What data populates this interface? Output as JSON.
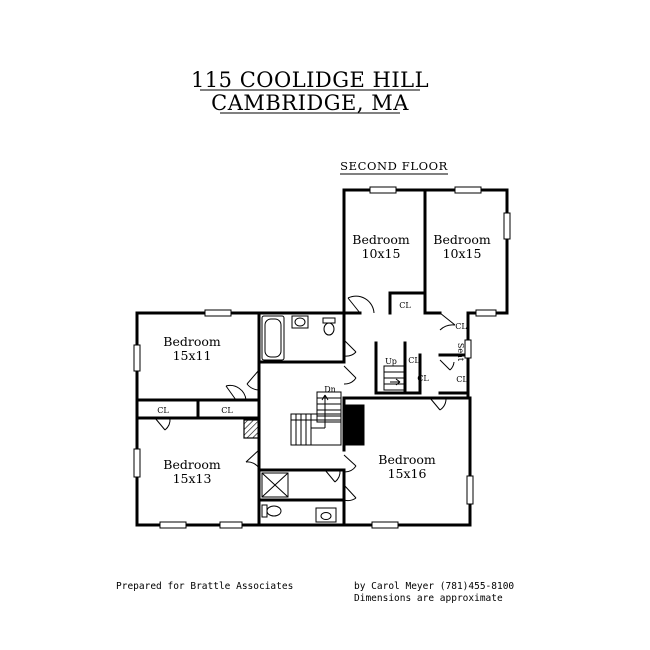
{
  "header": {
    "title_line1": "115 COOLIDGE HILL",
    "title_line2": "CAMBRIDGE, MA"
  },
  "floor_label": "SECOND FLOOR",
  "rooms": {
    "bedroom_top_left": {
      "name": "Bedroom",
      "dims": "10x15"
    },
    "bedroom_top_right": {
      "name": "Bedroom",
      "dims": "10x15"
    },
    "bedroom_mid_left": {
      "name": "Bedroom",
      "dims": "15x11"
    },
    "bedroom_low_left": {
      "name": "Bedroom",
      "dims": "15x13"
    },
    "bedroom_low_right": {
      "name": "Bedroom",
      "dims": "15x16"
    }
  },
  "labels": {
    "closet": "CL",
    "stairs_up": "Up",
    "stairs_down": "Dn",
    "seat": "Seat"
  },
  "footer": {
    "prepared_for": "Prepared for Brattle Associates",
    "credit": "by Carol Meyer (781)455-8100",
    "disclaimer": "Dimensions are approximate"
  }
}
